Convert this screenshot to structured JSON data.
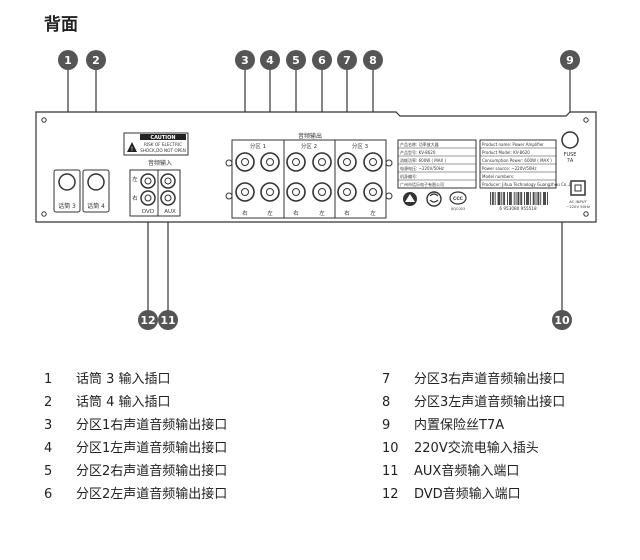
{
  "title": "背面",
  "callouts": [
    "1",
    "2",
    "3",
    "4",
    "5",
    "6",
    "7",
    "8",
    "9",
    "10",
    "11",
    "12"
  ],
  "panel": {
    "caution": {
      "heading": "CAUTION",
      "line1": "RISK OF ELECTRIC",
      "line2": "SHOCK,DO NOT OPEN"
    },
    "audio_in_label": "音频输入",
    "audio_out_label": "音频输出",
    "mic3_label": "话筒 3",
    "mic4_label": "话筒 4",
    "input_left": "左",
    "input_right": "右",
    "dvd_label": "DVD",
    "aux_label": "AUX",
    "zones": [
      {
        "label": "分区 1",
        "right": "右",
        "left": "左"
      },
      {
        "label": "分区 2",
        "right": "右",
        "left": "左"
      },
      {
        "label": "分区 3",
        "right": "右",
        "left": "左"
      }
    ],
    "info_cn": {
      "rows": [
        "产品名称:  功率放大器",
        "产品型号:  KV-8620",
        "消耗功率:  600W ( MAX )",
        "电源电压:  ~220V/50Hz",
        "机身编号:",
        "广州市话乐电子有限公司"
      ]
    },
    "info_en": {
      "rows": [
        "Product name:  Power Amplifier",
        "Product Model:  KV-8620",
        "Consumption Power:  600W ( MAX )",
        "Power source:  ~220V/50Hz",
        "Model numbers:",
        "Producer: Jihua Technology Guangzhou Co.,Ltd"
      ]
    },
    "barcode_number": "6 953080 955518",
    "cert_label": "XQC003",
    "fuse_label_1": "FUSE",
    "fuse_label_2": "7A",
    "ac_input_line1": "AC INPUT",
    "ac_input_line2": "~220V 50Hz"
  },
  "legend_left": [
    {
      "num": "1",
      "text": "话筒 3 输入插口"
    },
    {
      "num": "2",
      "text": "话筒 4 输入插口"
    },
    {
      "num": "3",
      "text": "分区1右声道音频输出接口"
    },
    {
      "num": "4",
      "text": "分区1左声道音频输出接口"
    },
    {
      "num": "5",
      "text": "分区2右声道音频输出接口"
    },
    {
      "num": "6",
      "text": "分区2左声道音频输出接口"
    }
  ],
  "legend_right": [
    {
      "num": "7",
      "text": "分区3右声道音频输出接口"
    },
    {
      "num": "8",
      "text": "分区3左声道音频输出接口"
    },
    {
      "num": "9",
      "text": "内置保险丝T7A"
    },
    {
      "num": "10",
      "text": "220V交流电输入插头"
    },
    {
      "num": "11",
      "text": "AUX音频输入端口"
    },
    {
      "num": "12",
      "text": "DVD音频输入端口"
    }
  ],
  "colors": {
    "callout_fill": "#555555",
    "line": "#333333"
  }
}
